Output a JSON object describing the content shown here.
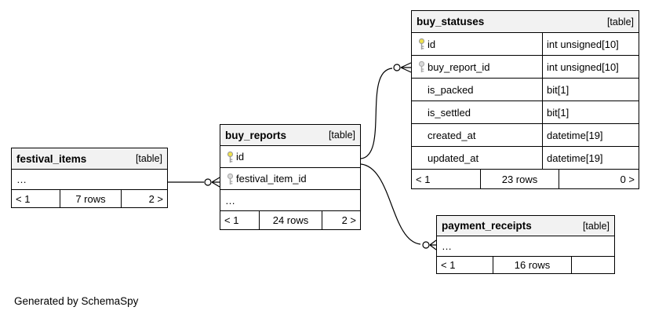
{
  "note": "Generated by SchemaSpy",
  "colors": {
    "header_bg": "#f2f2f2",
    "primary_key": "#f0e24a",
    "foreign_key": "#d9d9d9"
  },
  "tables": {
    "festival_items": {
      "title": "festival_items",
      "badge": "[table]",
      "ellipsis": "…",
      "footer": {
        "prev": "< 1",
        "rows": "7 rows",
        "next": "2 >"
      }
    },
    "buy_reports": {
      "title": "buy_reports",
      "badge": "[table]",
      "columns": [
        {
          "name": "id",
          "key": "primary"
        },
        {
          "name": "festival_item_id",
          "key": "foreign"
        }
      ],
      "ellipsis": "…",
      "footer": {
        "prev": "< 1",
        "rows": "24 rows",
        "next": "2 >"
      }
    },
    "buy_statuses": {
      "title": "buy_statuses",
      "badge": "[table]",
      "columns": [
        {
          "name": "id",
          "type": "int unsigned[10]",
          "key": "primary"
        },
        {
          "name": "buy_report_id",
          "type": "int unsigned[10]",
          "key": "foreign"
        },
        {
          "name": "is_packed",
          "type": "bit[1]",
          "key": "none"
        },
        {
          "name": "is_settled",
          "type": "bit[1]",
          "key": "none"
        },
        {
          "name": "created_at",
          "type": "datetime[19]",
          "key": "none"
        },
        {
          "name": "updated_at",
          "type": "datetime[19]",
          "key": "none"
        }
      ],
      "footer": {
        "prev": "< 1",
        "rows": "23 rows",
        "next": "0 >"
      }
    },
    "payment_receipts": {
      "title": "payment_receipts",
      "badge": "[table]",
      "ellipsis": "…",
      "footer": {
        "prev": "< 1",
        "rows": "16 rows",
        "next": ""
      }
    }
  },
  "relationships": [
    {
      "from": "festival_items",
      "to": "buy_reports.festival_item_id"
    },
    {
      "from": "buy_reports.id",
      "to": "buy_statuses.buy_report_id"
    },
    {
      "from": "buy_reports.id",
      "to": "payment_receipts"
    }
  ]
}
